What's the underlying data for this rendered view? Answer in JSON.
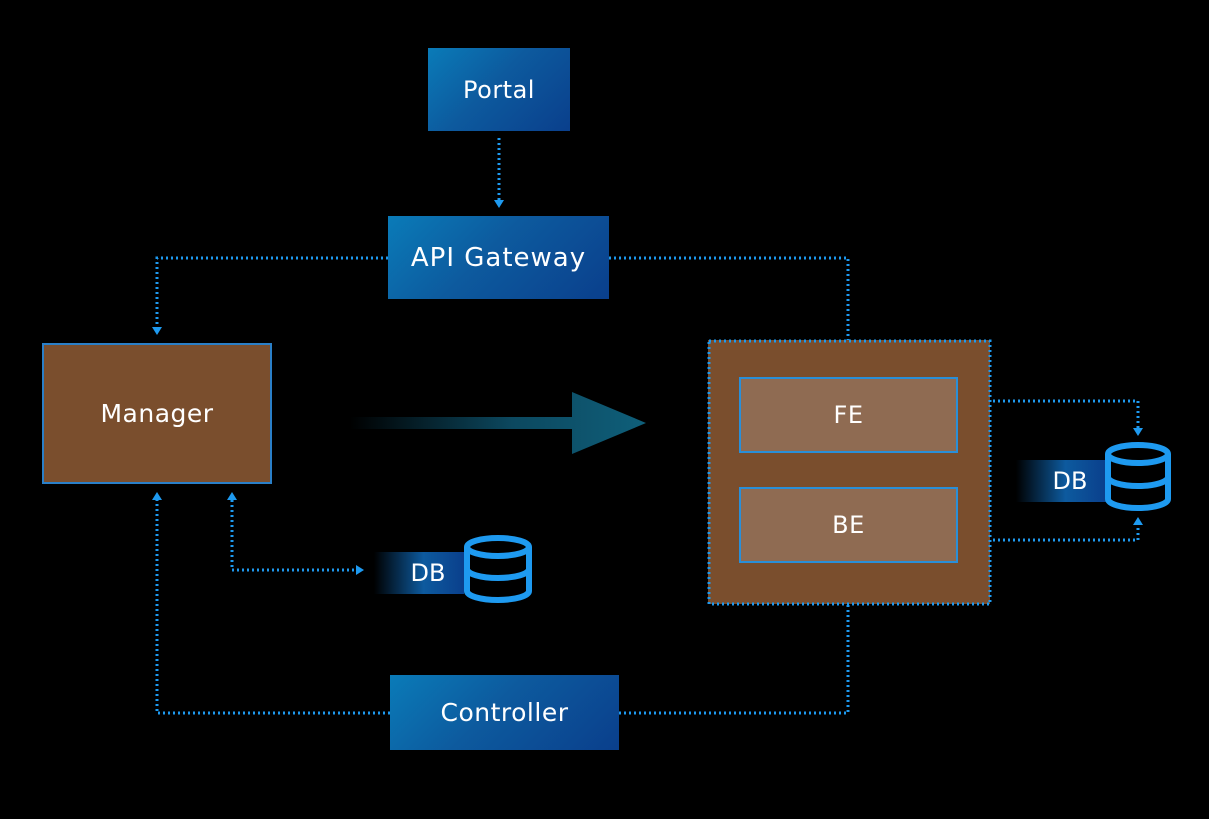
{
  "nodes": {
    "portal": "Portal",
    "gateway": "API Gateway",
    "manager": "Manager",
    "fe": "FE",
    "be": "BE",
    "controller": "Controller"
  },
  "databases": {
    "manager_db": "DB",
    "cluster_db": "DB"
  },
  "colors": {
    "background": "#000000",
    "connector": "#1e9af0",
    "node_blue": "#0d5a9e",
    "node_brown": "#7a4e2d",
    "node_inner": "#8f6b52",
    "db_icon": "#1e9af0"
  },
  "icons": {
    "db_icon": "database-cylinder-icon",
    "flow_arrow": "large-right-arrow"
  }
}
